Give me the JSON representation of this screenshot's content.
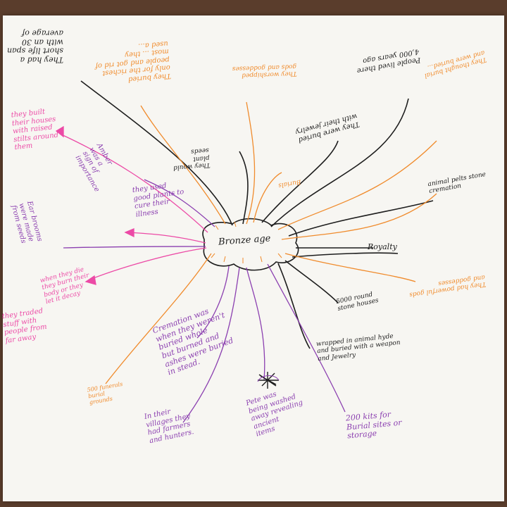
{
  "title": "Bronze age",
  "notes": {
    "n1": "They had a\nshort life span\nwith an 30\naverage of",
    "n2": "They buried\nonly for the richest\npeople and got rid of\nmost ... they\nused a...",
    "n3": "They worshipped\ngods and goddesses",
    "n4": "People lived there\n4,000 years ago",
    "n5": "They would\nplant\nseeds",
    "n6": "They were buried\nwith their jewelry",
    "n7": "They thought burial\nand were buried...",
    "n8": "Burials",
    "n9": "animal pelts stone\ncremation",
    "n10": "Royalty",
    "n11": "They had powerful gods\nand goddesses",
    "n12": "5000 round\nstone houses",
    "n13": "wrapped in animal hyde\nand buried with a weapon\nand Jewelry",
    "n14": "they built\ntheir houses\nwith raised\nstilts around\nthem",
    "n15": "Amber\nwas a\nsign of\nimportance",
    "n16": "they used\ngood plants to\ncure their\nillness",
    "n17": "Ear brooms\nwere made\nfrom seeds",
    "n18": "when they die\nthey burn their\nbody or they\nlet it decay",
    "n19": "they traded\nstuff with\npeople from\nfar away",
    "n20": "Cremation was\nwhen they weren't\nburied whole\nbut burned and\nashes were buried\nin stead.",
    "n21": "Pete was\nbeing washed\naway revealing\nancient\nitems",
    "n22": "200 kits for\nBurial sites or\nstorage",
    "n23": "In their\nvillages they\nhad farmers\nand hunters.",
    "n24": "500 funerals\nburial\ngrounds"
  }
}
